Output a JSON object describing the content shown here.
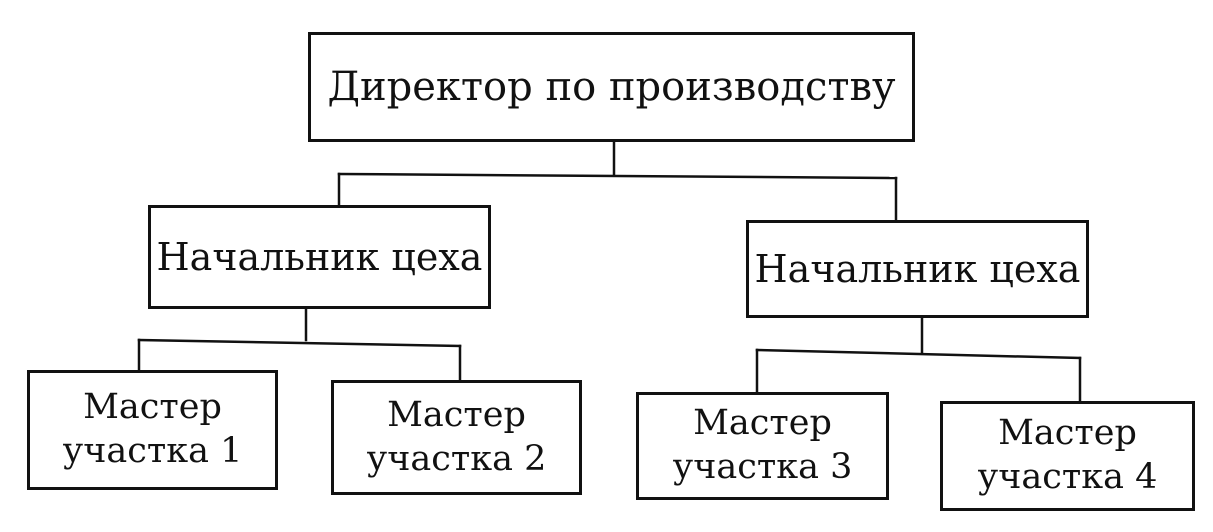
{
  "diagram": {
    "director": {
      "label": "Директор по производству"
    },
    "chiefs": [
      {
        "label": "Начальник цеха"
      },
      {
        "label": "Начальник цеха"
      }
    ],
    "masters": [
      {
        "line1": "Мастер",
        "line2": "участка 1"
      },
      {
        "line1": "Мастер",
        "line2": "участка 2"
      },
      {
        "line1": "Мастер",
        "line2": "участка 3"
      },
      {
        "line1": "Мастер",
        "line2": "участка 4"
      }
    ],
    "line_color": "#111111"
  }
}
